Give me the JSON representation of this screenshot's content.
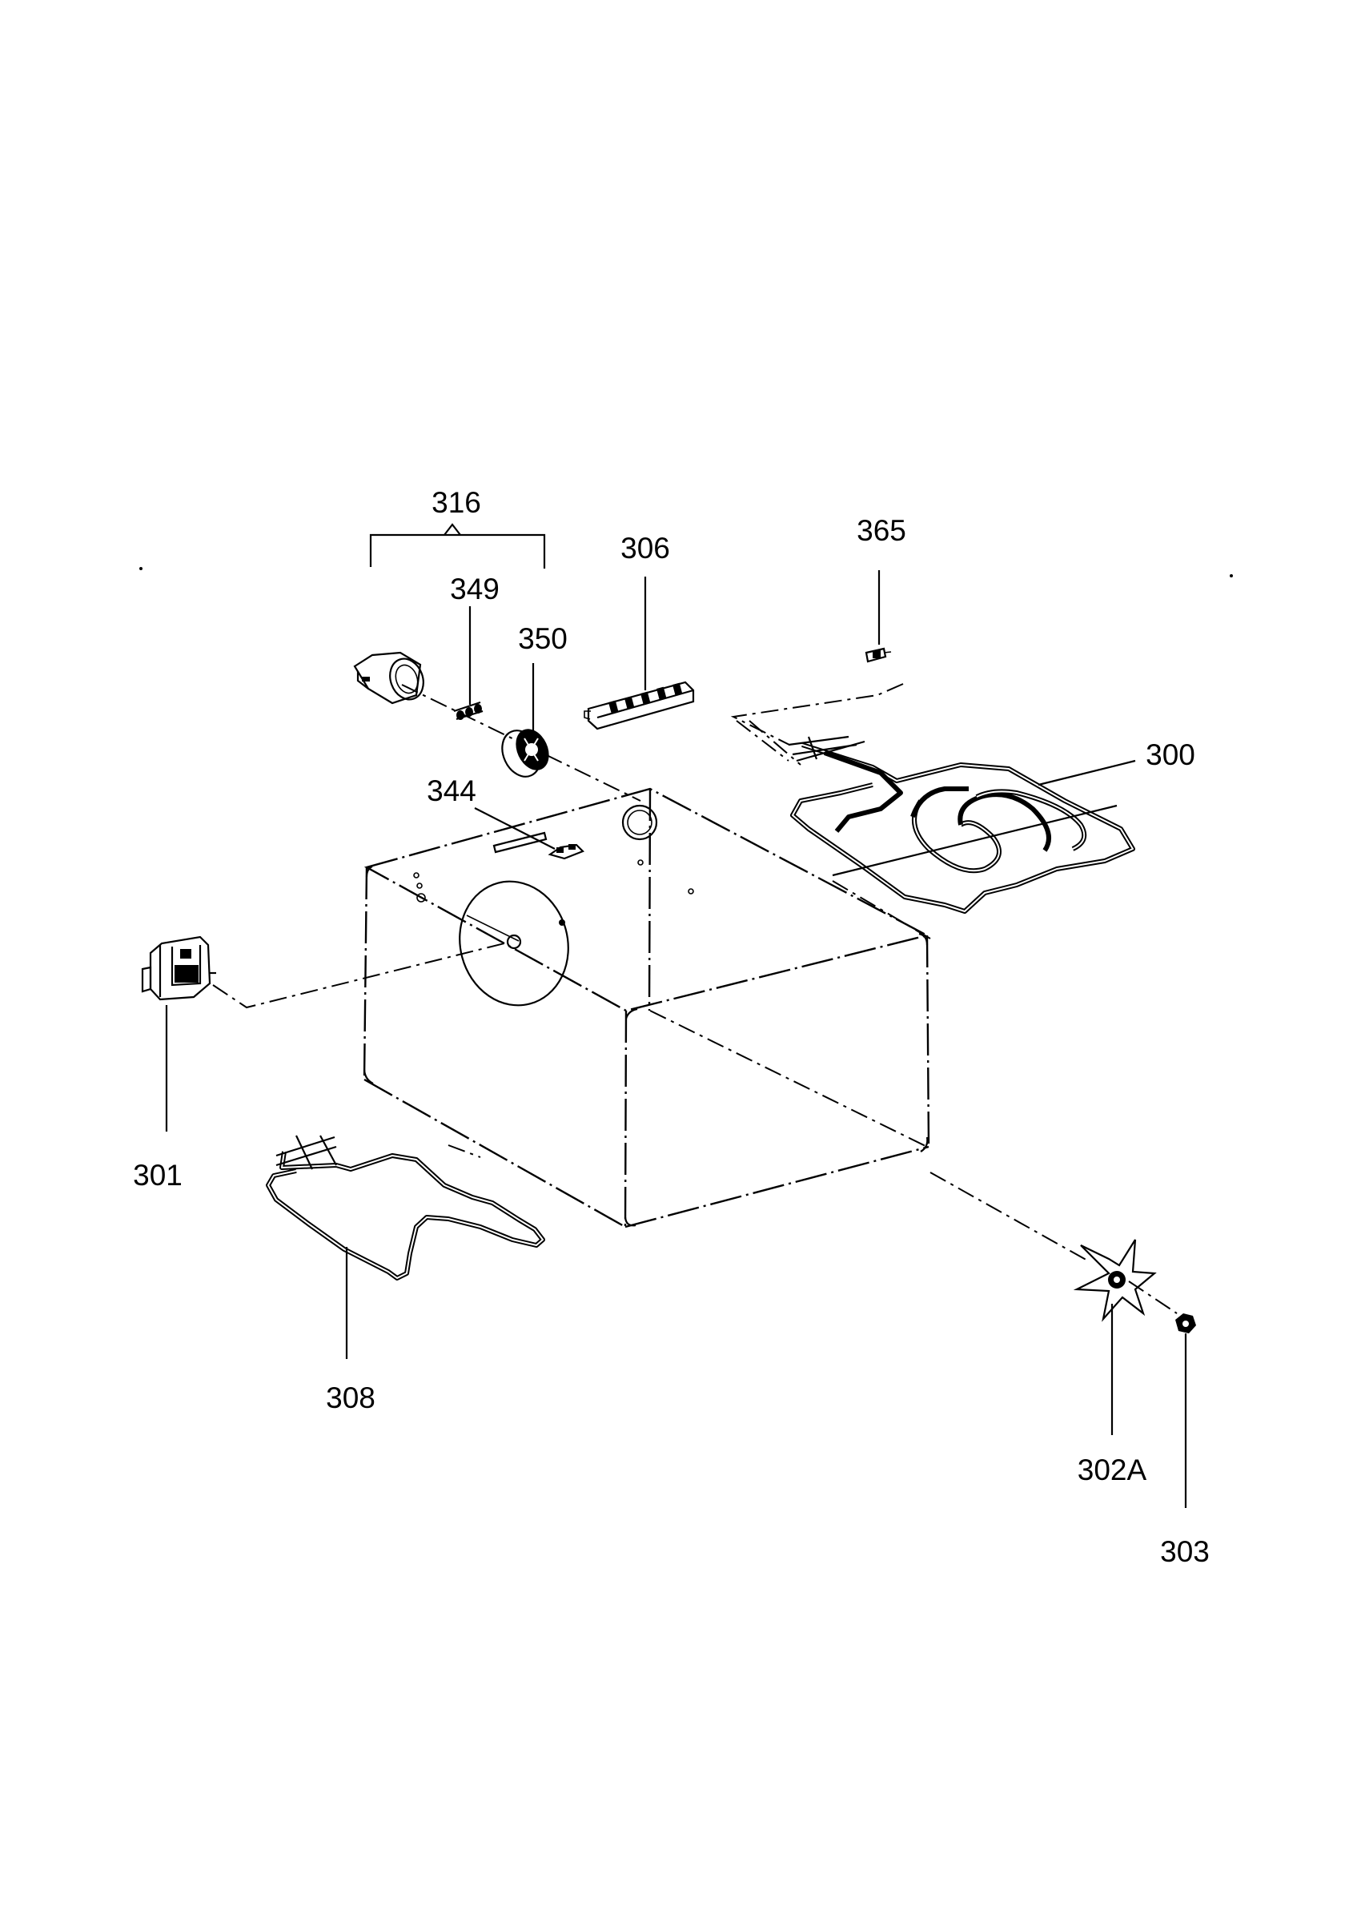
{
  "diagram": {
    "part_labels": {
      "p316": "316",
      "p349": "349",
      "p350": "350",
      "p306": "306",
      "p365": "365",
      "p300": "300",
      "p344": "344",
      "p301": "301",
      "p308": "308",
      "p302A": "302A",
      "p303": "303"
    }
  }
}
